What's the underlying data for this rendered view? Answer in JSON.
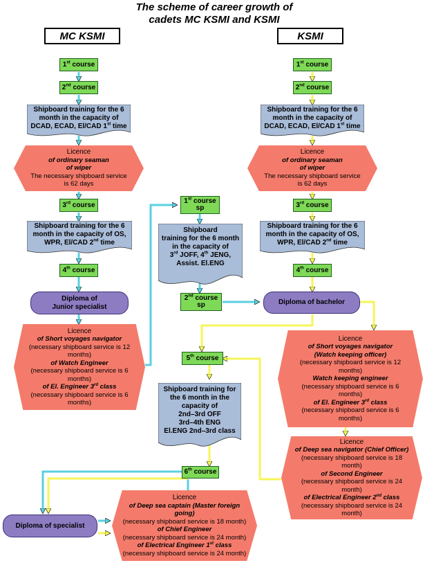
{
  "title": {
    "line1": "The scheme of career growth of",
    "line2": "cadets MC KSMI and KSMI"
  },
  "headers": {
    "left": "MC KSMI",
    "right": "KSMI"
  },
  "left": {
    "course1": {
      "n": "1",
      "sup": "st",
      "label": "course"
    },
    "course2": {
      "n": "2",
      "sup": "nd",
      "label": "course"
    },
    "training1": {
      "line1": "Shipboard training for the 6",
      "line2": "month in the capacity of",
      "line3": "DCAD, ECAD, El/CAD 1",
      "sup": "st",
      "line3b": " time"
    },
    "licence1": {
      "head": "Licence",
      "title1": "of ordinary seaman",
      "title2": "of wiper",
      "req1": "The necessary shipboard service",
      "req2": "is 62 days"
    },
    "course3": {
      "n": "3",
      "sup": "rd",
      "label": "course"
    },
    "training2": {
      "line1": "Shipboard training for the 6",
      "line2": "month in the capacity of OS,",
      "line3": "WPR, El/CAD 2",
      "sup": "nd",
      "line3b": " time"
    },
    "course4": {
      "n": "4",
      "sup": "th",
      "label": "course"
    },
    "diploma_junior": {
      "line1": "Diploma of",
      "line2": "Junior specialist"
    },
    "licence2": {
      "head": "Licence",
      "t1": "of Short voyages navigator",
      "r1": "(necessary shipboard service is 12",
      "r1b": "months)",
      "t2": "of Watch Engineer",
      "r2": "(necessary shipboard service is 6",
      "r2b": "months)",
      "t3": "of El. Engineer 3",
      "t3sup": "rd",
      "t3b": " class",
      "r3": "(necessary shipboard service is 6",
      "r3b": "months)"
    }
  },
  "middle": {
    "course1sp": {
      "n": "1",
      "sup": "st",
      "label": "course",
      "sp": "sp"
    },
    "training_sp": {
      "line1": "Shipboard",
      "line2": "training for the 6 month",
      "line3": "in the capacity of",
      "line4a": "3",
      "line4s1": "rd",
      "line4b": " JOFF, 4",
      "line4s2": "th",
      "line4c": " JENG,",
      "line5": "Assist. El.ENG"
    },
    "course2sp": {
      "n": "2",
      "sup": "nd",
      "label": "course",
      "sp": "sp"
    },
    "course5": {
      "n": "5",
      "sup": "th",
      "label": "course"
    },
    "training5": {
      "line1": "Shipboard training for",
      "line2": "the 6 month in the",
      "line3": "capacity of",
      "line4": "2nd–3rd OFF",
      "line5": "3rd–4th ENG",
      "line6": "El.ENG 2nd–3rd class"
    },
    "course6": {
      "n": "6",
      "sup": "th",
      "label": "course"
    },
    "diploma_specialist": "Diploma of specialist",
    "licence_final": {
      "head": "Licence",
      "t1": "of Deep sea captain (Master foreign",
      "t1b": "going)",
      "r1": "(necessary shipboard service is 18 month)",
      "t2": "of Chief Engineer",
      "r2": "(necessary shipboard service is 24 month)",
      "t3": "of Electrical Engineer 1",
      "t3sup": "st",
      "t3b": " class",
      "r3": "(necessary shipboard service is 24 month)"
    }
  },
  "right": {
    "course1": {
      "n": "1",
      "sup": "st",
      "label": "course"
    },
    "course2": {
      "n": "2",
      "sup": "nd",
      "label": "course"
    },
    "training1": {
      "line1": "Shipboard training for the 6",
      "line2": "month in the capacity of",
      "line3": "DCAD, ECAD, El/CAD 1",
      "sup": "st",
      "line3b": " time"
    },
    "licence1": {
      "head": "Licence",
      "title1": "of ordinary seaman",
      "title2": "of wiper",
      "req1": "The necessary shipboard service",
      "req2": "is 62 days"
    },
    "course3": {
      "n": "3",
      "sup": "rd",
      "label": "course"
    },
    "training2": {
      "line1": "Shipboard training for the 6",
      "line2": "month in the capacity of OS,",
      "line3": "WPR, El/CAD 2",
      "sup": "nd",
      "line3b": " time"
    },
    "course4": {
      "n": "4",
      "sup": "th",
      "label": "course"
    },
    "diploma_bachelor": "Diploma of bachelor",
    "licence2": {
      "head": "Licence",
      "t1": "of  Short voyages navigator",
      "t1b": "(Watch keeping officer)",
      "r1": "(necessary shipboard service is 12",
      "r1b": "months)",
      "t2": "Watch keeping engineer",
      "r2": "(necessary shipboard service is 6",
      "r2b": "months)",
      "t3": "of El. Engineer 3",
      "t3sup": "rd",
      "t3b": " class",
      "r3": "(necessary shipboard service is 6",
      "r3b": "months)"
    },
    "licence3": {
      "head": "Licence",
      "t1": "of Deep sea navigator (Chief Officer)",
      "r1": "(necessary shipboard service is 18",
      "r1b": "month)",
      "t2": "of Second Engineer",
      "r2": "(necessary shipboard service is 24",
      "r2b": "month)",
      "t3": "of Electrical  Engineer 2",
      "t3sup": "nd",
      "t3b": "  class",
      "r3": "(necessary shipboard service is 24",
      "r3b": "month)"
    }
  },
  "colors": {
    "course": "#7ed957",
    "training": "#a9bcd8",
    "licence": "#f47b6b",
    "diploma": "#8e7cc3",
    "mc_arrow": "#5ad0e0",
    "ksmi_arrow": "#f5f55a"
  }
}
